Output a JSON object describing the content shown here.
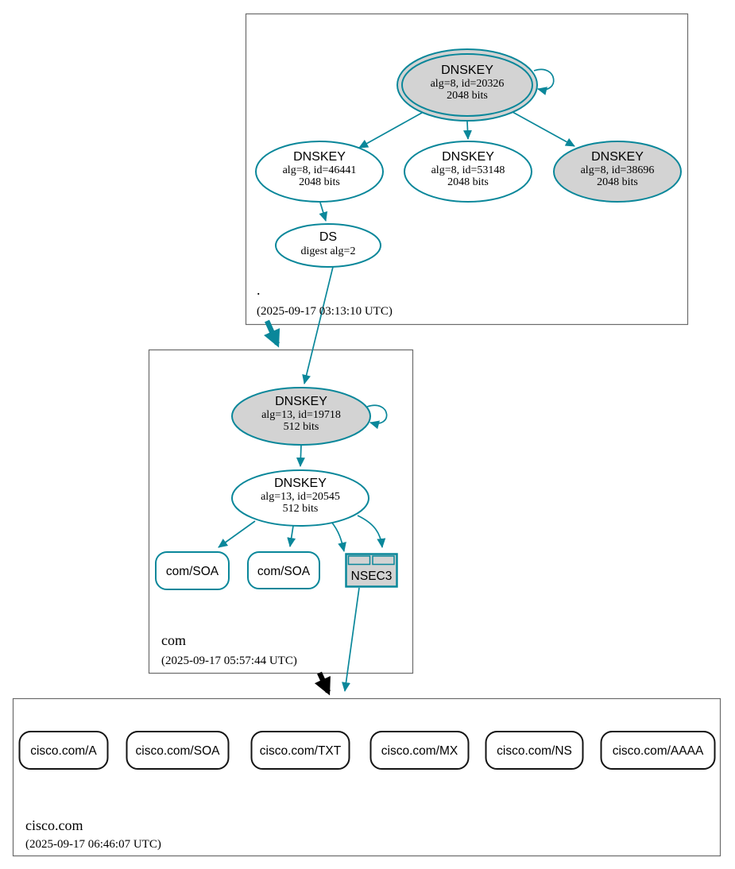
{
  "colors": {
    "edge_secure": "#0a879a",
    "edge_insecure": "#000000",
    "ksk_fill": "#d3d3d3",
    "zone_box_border": "#6b6b6b"
  },
  "zones": {
    "root": {
      "label": ".",
      "timestamp": "(2025-09-17 03:13:10 UTC)",
      "nodes": {
        "ksk": {
          "title": "DNSKEY",
          "detail": "alg=8, id=20326",
          "size": "2048 bits"
        },
        "zsk": {
          "title": "DNSKEY",
          "detail": "alg=8, id=46441",
          "size": "2048 bits"
        },
        "key2": {
          "title": "DNSKEY",
          "detail": "alg=8, id=53148",
          "size": "2048 bits"
        },
        "key3": {
          "title": "DNSKEY",
          "detail": "alg=8, id=38696",
          "size": "2048 bits"
        },
        "ds": {
          "title": "DS",
          "detail": "digest alg=2"
        }
      }
    },
    "com": {
      "label": "com",
      "timestamp": "(2025-09-17 05:57:44 UTC)",
      "nodes": {
        "ksk": {
          "title": "DNSKEY",
          "detail": "alg=13, id=19718",
          "size": "512 bits"
        },
        "zsk": {
          "title": "DNSKEY",
          "detail": "alg=13, id=20545",
          "size": "512 bits"
        },
        "soa1": {
          "label": "com/SOA"
        },
        "soa2": {
          "label": "com/SOA"
        },
        "nsec3": {
          "label": "NSEC3"
        }
      }
    },
    "cisco": {
      "label": "cisco.com",
      "timestamp": "(2025-09-17 06:46:07 UTC)",
      "rrsets": [
        {
          "label": "cisco.com/A"
        },
        {
          "label": "cisco.com/SOA"
        },
        {
          "label": "cisco.com/TXT"
        },
        {
          "label": "cisco.com/MX"
        },
        {
          "label": "cisco.com/NS"
        },
        {
          "label": "cisco.com/AAAA"
        }
      ]
    }
  }
}
